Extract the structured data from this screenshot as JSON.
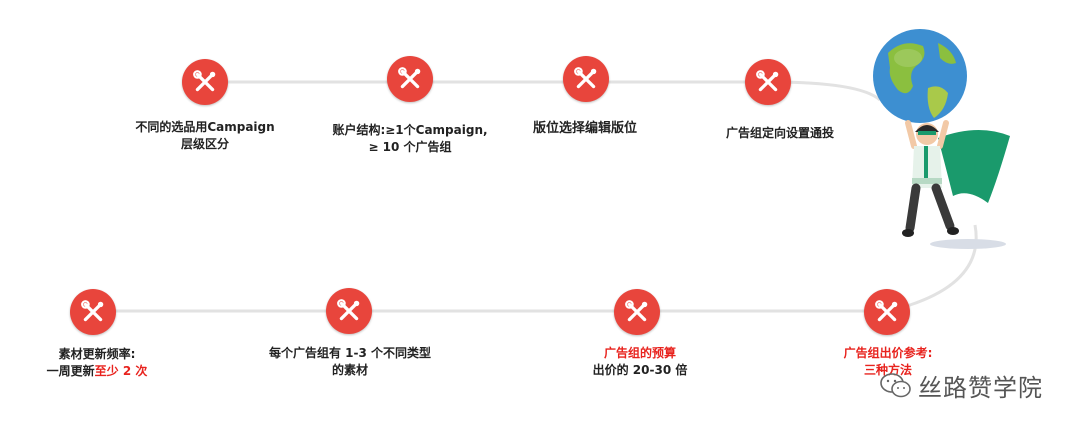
{
  "steps_top": [
    {
      "id": "s1",
      "lines": [
        [
          {
            "t": "不同的选品用Campaign"
          }
        ],
        [
          {
            "t": "层级区分"
          }
        ]
      ]
    },
    {
      "id": "s2",
      "lines": [
        [
          {
            "t": "账户结构:≥1个Campaign,"
          }
        ],
        [
          {
            "t": "≥ 10 个广告组"
          }
        ]
      ]
    },
    {
      "id": "s3",
      "lines": [
        [
          {
            "t": "版位选择编辑版位"
          }
        ]
      ]
    },
    {
      "id": "s4",
      "lines": [
        [
          {
            "t": "广告组定向设置通投"
          }
        ]
      ]
    }
  ],
  "steps_bottom": [
    {
      "id": "s5",
      "lines": [
        [
          {
            "t": "素材更新频率:"
          }
        ],
        [
          {
            "t": "一周更新"
          },
          {
            "t": "至少 2 次",
            "red": true
          }
        ]
      ]
    },
    {
      "id": "s6",
      "lines": [
        [
          {
            "t": "每个广告组有 1-3 个不同类型"
          }
        ],
        [
          {
            "t": "的素材"
          }
        ]
      ]
    },
    {
      "id": "s7",
      "lines": [
        [
          {
            "t": "广告组的预算",
            "red": true
          }
        ],
        [
          {
            "t": "出价的 20-30 倍"
          }
        ]
      ]
    },
    {
      "id": "s8",
      "lines": [
        [
          {
            "t": "广告组出价参考:",
            "red": true
          }
        ],
        [
          {
            "t": "三种方法",
            "red": true
          }
        ]
      ]
    }
  ],
  "watermark": {
    "text": "丝路赞学院",
    "icon": "wechat-icon"
  },
  "colors": {
    "node": "#e8453c",
    "line": "#e2e2e2",
    "red": "#e8231e",
    "cape": "#1a9a6c"
  }
}
